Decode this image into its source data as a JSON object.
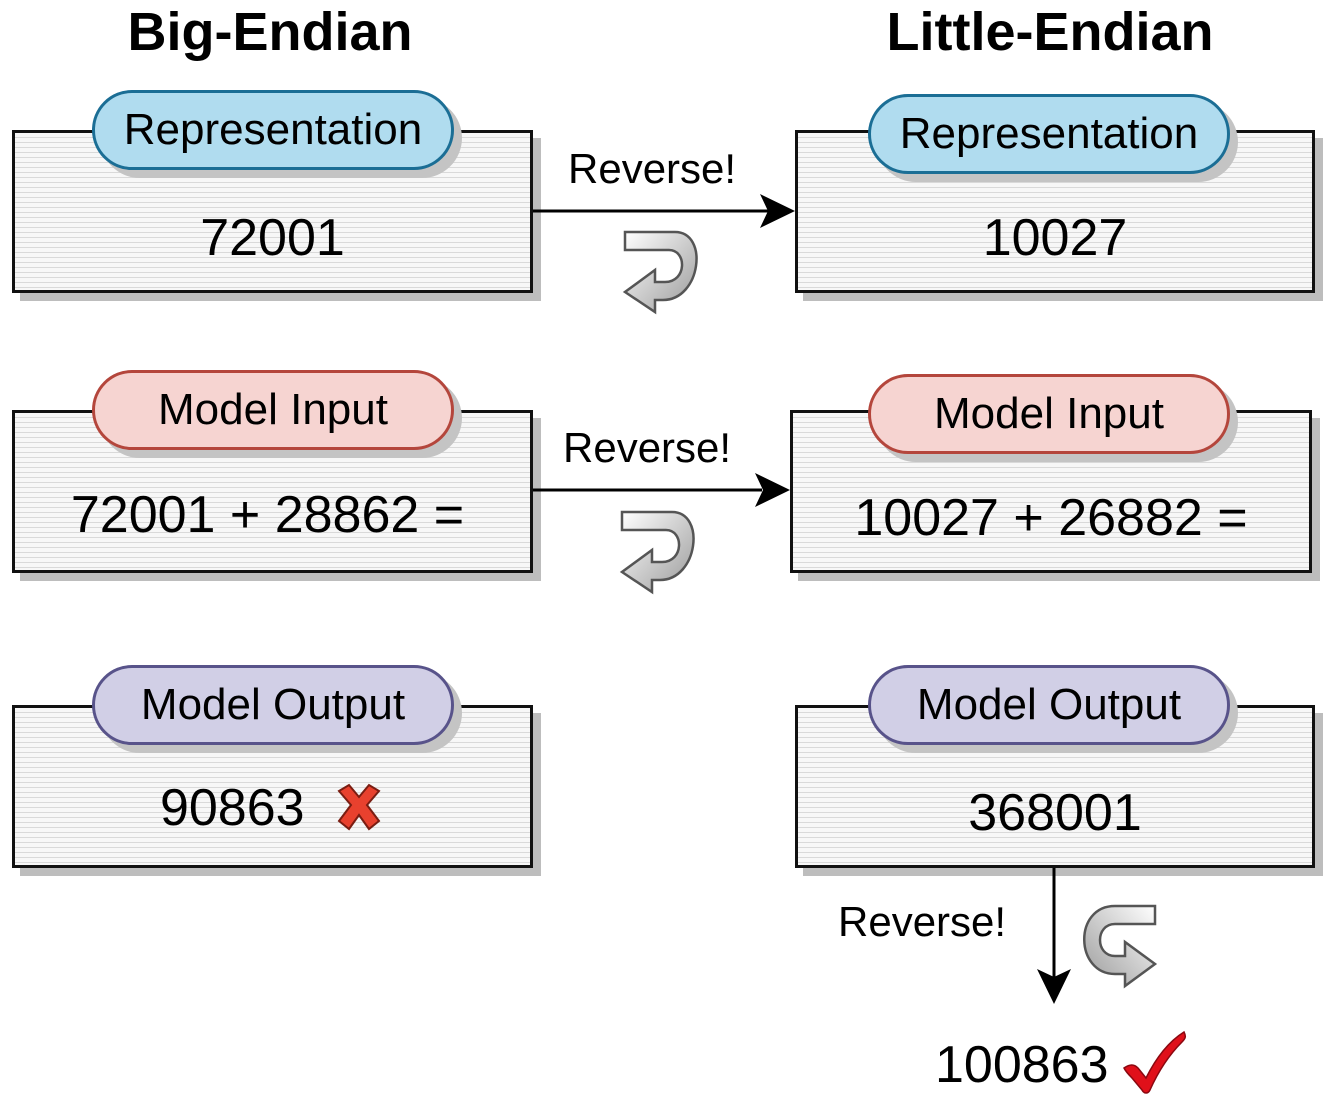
{
  "columns": {
    "left_title": "Big-Endian",
    "right_title": "Little-Endian"
  },
  "left": {
    "representation": {
      "label": "Representation",
      "value": "72001"
    },
    "model_input": {
      "label": "Model Input",
      "value": "72001 + 28862 ="
    },
    "model_output": {
      "label": "Model Output",
      "value": "90863",
      "status_icon": "cross-icon",
      "status_color": "#e8412e"
    }
  },
  "right": {
    "representation": {
      "label": "Representation",
      "value": "10027"
    },
    "model_input": {
      "label": "Model Input",
      "value": "10027 + 26882 ="
    },
    "model_output": {
      "label": "Model Output",
      "value": "368001"
    }
  },
  "arrows": {
    "reverse_label_1": "Reverse!",
    "reverse_label_2": "Reverse!",
    "reverse_label_3": "Reverse!"
  },
  "final_result": {
    "value": "100863",
    "status_icon": "checkmark-icon",
    "status_color": "#e0101a"
  },
  "colors": {
    "representation_fill": "#b0dcef",
    "model_input_fill": "#f6d4d1",
    "model_output_fill": "#d1cfe6"
  }
}
